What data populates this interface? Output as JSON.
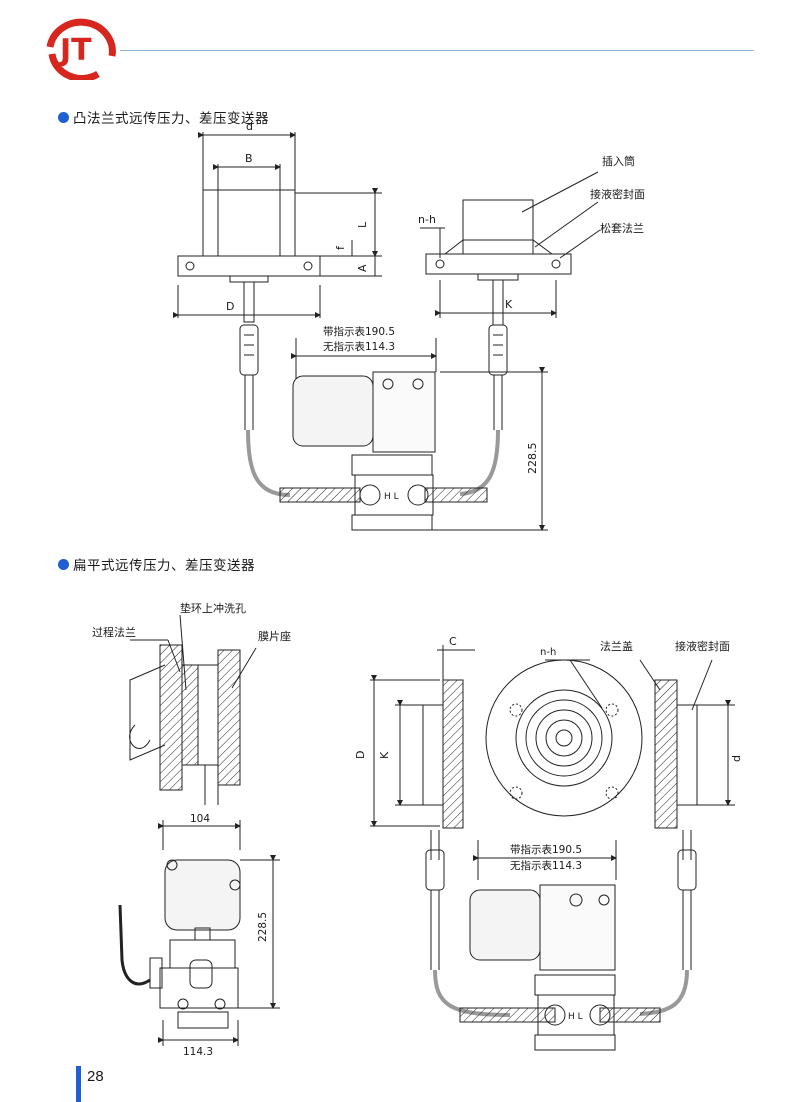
{
  "header": {
    "logo_text": "JT"
  },
  "sections": [
    {
      "title": "凸法兰式远传压力、差压变送器",
      "dims": {
        "d": "d",
        "B": "B",
        "L": "L",
        "f": "f",
        "A": "A",
        "D": "D",
        "K": "K",
        "n_h": "n-h"
      },
      "callouts": {
        "c1": "插入筒",
        "c2": "接液密封面",
        "c3": "松套法兰"
      },
      "height_dim": "228.5",
      "width_note": [
        "带指示表190.5",
        "无指示表114.3"
      ],
      "port_labels": "H L"
    },
    {
      "title": "扁平式远传压力、差压变送器",
      "callouts": {
        "flange": "过程法兰",
        "flush": "垫环上冲洗孔",
        "seat": "膜片座",
        "n_h": "n-h",
        "cover": "法兰盖",
        "seal": "接液密封面"
      },
      "dims": {
        "C": "C",
        "D": "D",
        "K": "K",
        "d": "d",
        "w104": "104",
        "h2285": "228.5",
        "w1143": "114.3"
      },
      "width_note": [
        "带指示表190.5",
        "无指示表114.3"
      ],
      "port_labels": "H L"
    }
  ],
  "page_number": "28"
}
